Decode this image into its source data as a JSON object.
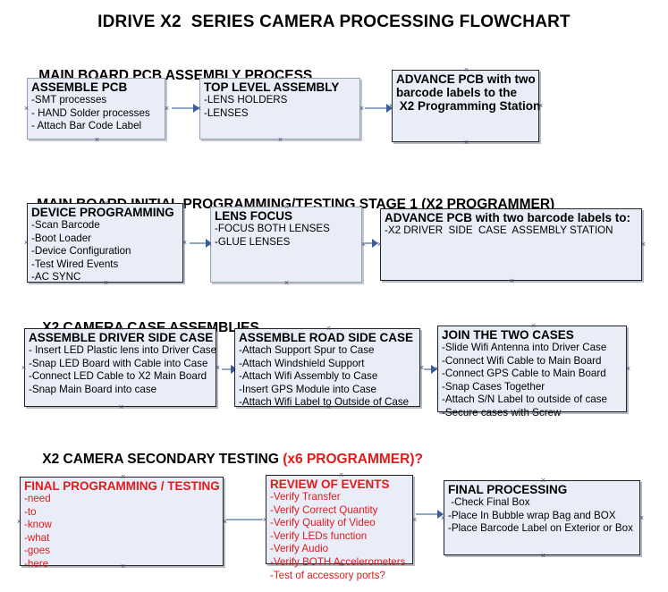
{
  "document": {
    "title": "IDRIVE X2  SERIES CAMERA PROCESSING FLOWCHART",
    "accent_color": "#e01b1b",
    "box_fill": "#e8edf7",
    "box_border_gray": "#93a0b5",
    "box_border_dark": "#222222",
    "connector_color": "#8ea9c4",
    "arrow_color": "#3b5c9c"
  },
  "sections": [
    {
      "id": "main-board-pcb-assembly-process",
      "heading": "MAIN BOARD PCB ASSEMBLY PROCESS",
      "heading_accent": "",
      "boxes": [
        {
          "id": "assemble-pcb",
          "title": "ASSEMBLE PCB",
          "items": [
            "-SMT processes",
            "- HAND Solder processes",
            "- Attach Bar Code Label"
          ]
        },
        {
          "id": "top-level-assembly",
          "title": "TOP LEVEL ASSEMBLY",
          "items": [
            "-LENS HOLDERS",
            "-LENSES"
          ]
        },
        {
          "id": "advance-pcb-to-x2-programming-station",
          "title": "ADVANCE PCB with two",
          "items": [
            "barcode labels to the",
            " X2 Programming Station"
          ]
        }
      ]
    },
    {
      "id": "main-board-initial-programming",
      "heading": "MAIN BOARD INITIAL PROGRAMMING/TESTING STAGE 1 (X2 PROGRAMMER)",
      "heading_accent": "",
      "boxes": [
        {
          "id": "device-programming",
          "title": "DEVICE PROGRAMMING",
          "items": [
            "-Scan Barcode",
            "-Boot Loader",
            "-Device Configuration",
            "-Test Wired Events",
            "-AC SYNC"
          ]
        },
        {
          "id": "lens-focus",
          "title": "LENS FOCUS",
          "items": [
            "-FOCUS BOTH LENSES",
            "-GLUE LENSES"
          ]
        },
        {
          "id": "advance-pcb-to-driver-side-case",
          "title": "ADVANCE PCB with two barcode labels to:",
          "items": [
            "-X2 DRIVER  SIDE  CASE  ASSEMBLY STATION"
          ]
        }
      ]
    },
    {
      "id": "x2-camera-case-assemblies",
      "heading": "X2 CAMERA CASE ASSEMBLIES",
      "heading_accent": "",
      "boxes": [
        {
          "id": "assemble-driver-side-case",
          "title": "ASSEMBLE DRIVER SIDE CASE",
          "items": [
            "- Insert LED Plastic lens into Driver Case",
            "-Snap LED Board with Cable into Case",
            "-Connect LED Cable to X2 Main Board",
            "-Snap Main Board into case"
          ]
        },
        {
          "id": "assemble-road-side-case",
          "title": "ASSEMBLE ROAD SIDE CASE",
          "items": [
            "-Attach Support Spur to Case",
            "-Attach Windshield Support",
            "-Attach Wifi Assembly to Case",
            "-Insert GPS Module into Case",
            "-Attach Wifi Label to Outside of Case"
          ]
        },
        {
          "id": "join-the-two-cases",
          "title": "JOIN THE TWO CASES",
          "items": [
            "-Slide Wifi Antenna into Driver Case",
            "-Connect Wifi Cable to Main Board",
            "-Connect GPS Cable to Main Board",
            "-Snap Cases Together",
            "-Attach S/N Label to outside of case",
            "-Secure cases with Screw"
          ]
        }
      ]
    },
    {
      "id": "x2-camera-secondary-testing",
      "heading": "X2 CAMERA SECONDARY TESTING ",
      "heading_accent": "(x6 PROGRAMMER)?",
      "boxes": [
        {
          "id": "final-programming-testing",
          "title": "FINAL PROGRAMMING / TESTING",
          "items": [
            "-need",
            "-to",
            "-know",
            "-what",
            "-goes",
            "-here"
          ]
        },
        {
          "id": "review-of-events",
          "title": "REVIEW OF EVENTS",
          "items": [
            "-Verify Transfer",
            "-Verify Correct Quantity",
            "-Verify Quality of Video",
            "-Verify LEDs function",
            "-Verify Audio",
            "-Verify BOTH Accelerometers",
            "-Test of accessory ports?"
          ]
        },
        {
          "id": "final-processing",
          "title": "FINAL PROCESSING",
          "items": [
            " -Check Final Box",
            "-Place In Bubble wrap Bag and BOX",
            "-Place Barcode Label on Exterior or Box"
          ]
        }
      ]
    }
  ]
}
